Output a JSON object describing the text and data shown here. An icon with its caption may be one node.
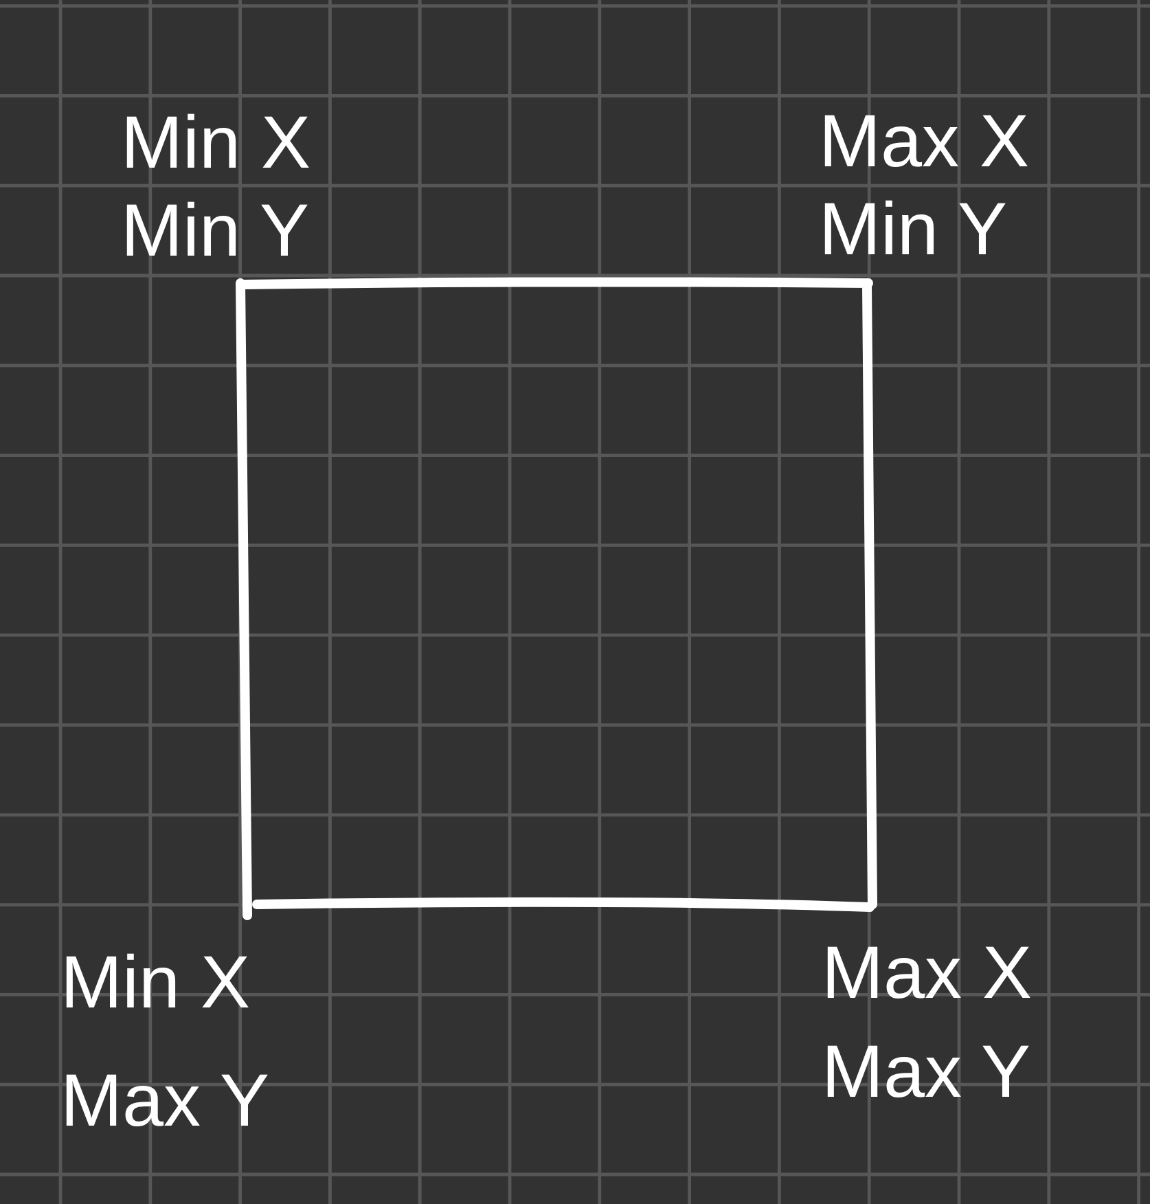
{
  "diagram": {
    "nodes": [
      {
        "text": [],
        "shape": "box",
        "beside": [
          "Min X Min Y",
          "Max X Min Y",
          "Min X Max Y",
          "Max X Max Y"
        ]
      }
    ]
  }
}
